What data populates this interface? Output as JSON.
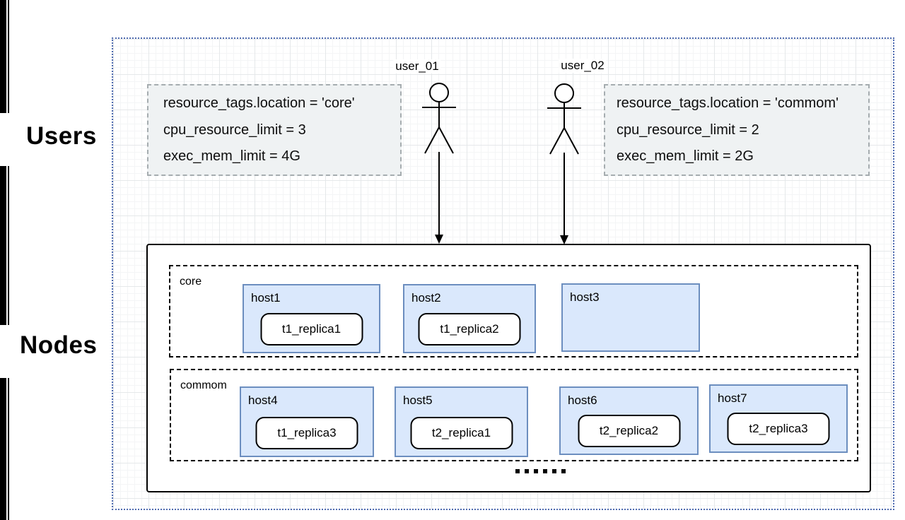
{
  "sections": {
    "users_label": "Users",
    "nodes_label": "Nodes"
  },
  "users": [
    {
      "name": "user_01",
      "config": [
        "resource_tags.location = 'core'",
        "cpu_resource_limit = 3",
        "exec_mem_limit = 4G"
      ]
    },
    {
      "name": "user_02",
      "config": [
        "resource_tags.location = 'commom'",
        "cpu_resource_limit = 2",
        "exec_mem_limit = 2G"
      ]
    }
  ],
  "zones": [
    {
      "name": "core",
      "hosts": [
        {
          "name": "host1",
          "replicas": [
            "t1_replica1"
          ]
        },
        {
          "name": "host2",
          "replicas": [
            "t1_replica2"
          ]
        },
        {
          "name": "host3",
          "replicas": []
        }
      ]
    },
    {
      "name": "commom",
      "hosts": [
        {
          "name": "host4",
          "replicas": [
            "t1_replica3"
          ]
        },
        {
          "name": "host5",
          "replicas": [
            "t2_replica1"
          ]
        },
        {
          "name": "host6",
          "replicas": [
            "t2_replica2"
          ]
        },
        {
          "name": "host7",
          "replicas": [
            "t2_replica3"
          ]
        }
      ]
    }
  ],
  "ellipsis": "......",
  "colors": {
    "host_fill": "#dae8fc",
    "host_border": "#6c8ebf",
    "outer_border": "#4f6bb0",
    "config_fill": "#eff2f3",
    "config_border": "#a6adb0",
    "zone_border": "#000000"
  }
}
